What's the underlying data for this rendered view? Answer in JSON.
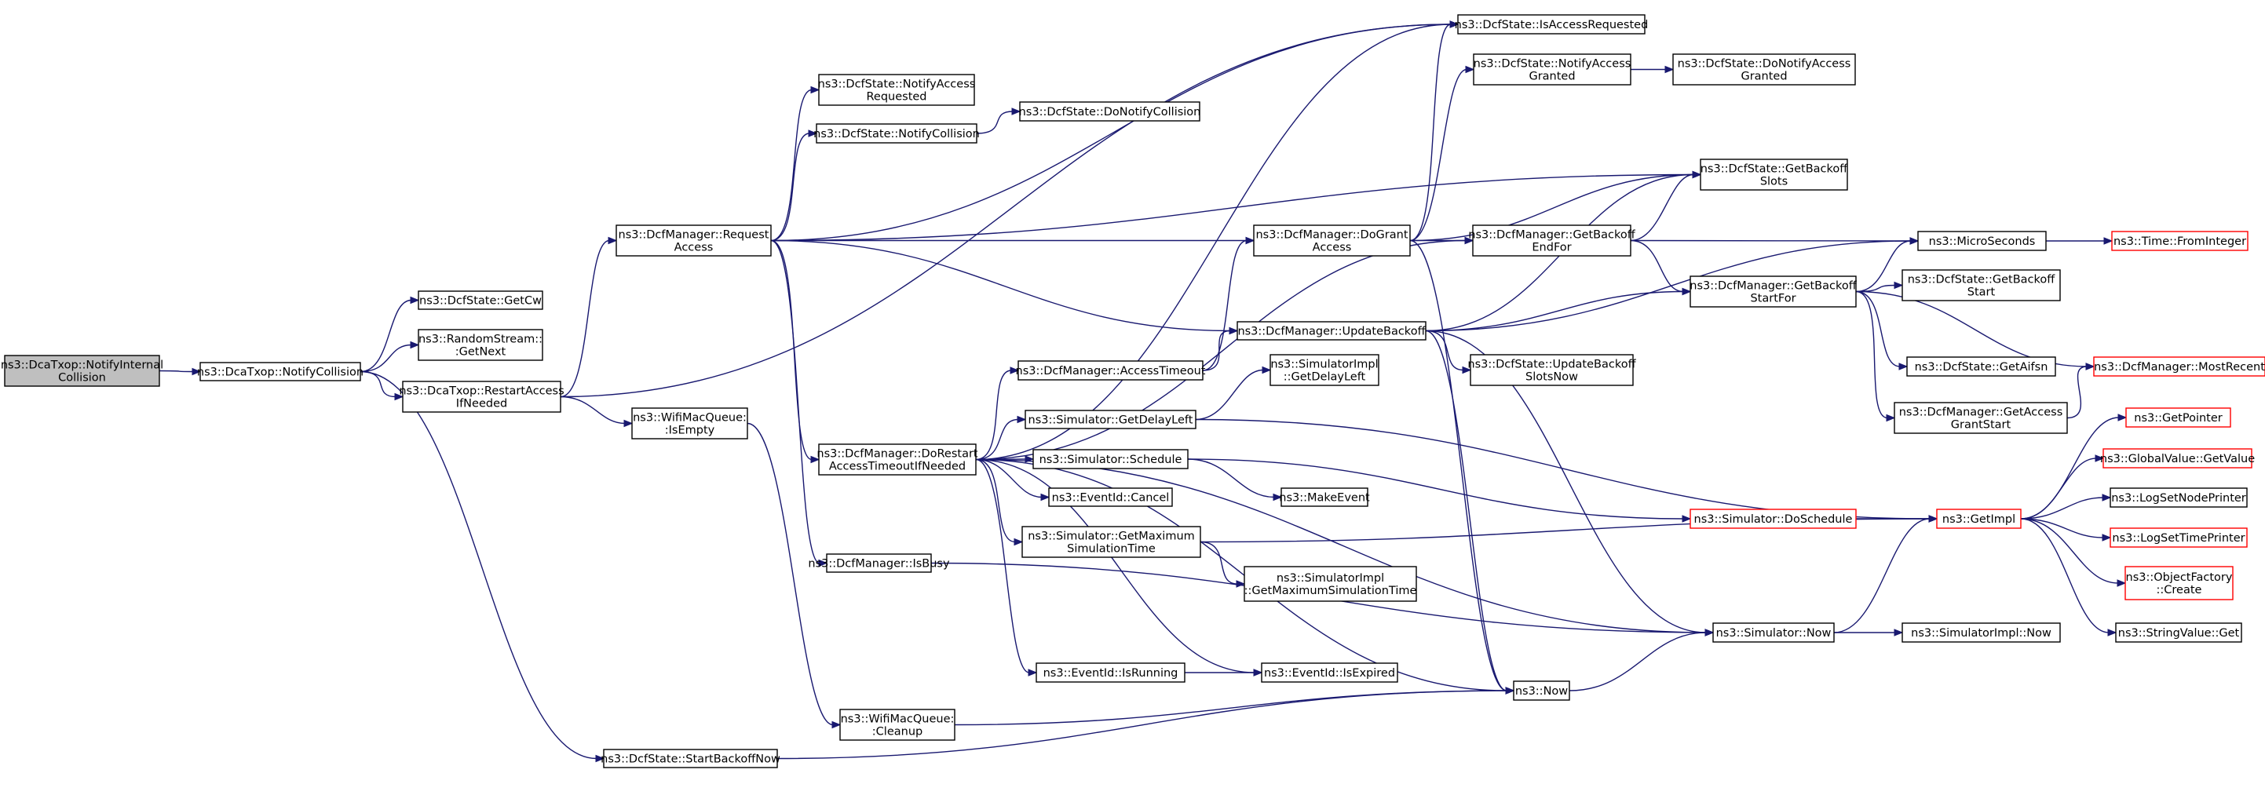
{
  "graph": {
    "type": "call-graph",
    "colors": {
      "edge": "#191970",
      "node_border": "#000000",
      "node_border_truncated": "#ff0000",
      "root_fill": "#bfbfbf",
      "node_fill": "#ffffff"
    },
    "nodes": [
      {
        "id": "root",
        "lines": [
          "ns3::DcaTxop::NotifyInternal",
          "Collision"
        ],
        "style": "root"
      },
      {
        "id": "notifyCollision",
        "lines": [
          "ns3::DcaTxop::NotifyCollision"
        ]
      },
      {
        "id": "getCw",
        "lines": [
          "ns3::DcfState::GetCw"
        ]
      },
      {
        "id": "randomStream",
        "lines": [
          "ns3::RandomStream::",
          ":GetNext"
        ]
      },
      {
        "id": "restartAccess",
        "lines": [
          "ns3::DcaTxop::RestartAccess",
          "IfNeeded"
        ]
      },
      {
        "id": "startBackoffNow",
        "lines": [
          "ns3::DcfState::StartBackoffNow"
        ]
      },
      {
        "id": "requestAccess",
        "lines": [
          "ns3::DcfManager::Request",
          "Access"
        ]
      },
      {
        "id": "wifiIsEmpty",
        "lines": [
          "ns3::WifiMacQueue:",
          ":IsEmpty"
        ]
      },
      {
        "id": "wifiCleanup",
        "lines": [
          "ns3::WifiMacQueue:",
          ":Cleanup"
        ]
      },
      {
        "id": "notifyAccessRequested",
        "lines": [
          "ns3::DcfState::NotifyAccess",
          "Requested"
        ]
      },
      {
        "id": "dcfNotifyCollision",
        "lines": [
          "ns3::DcfState::NotifyCollision"
        ]
      },
      {
        "id": "doNotifyCollision",
        "lines": [
          "ns3::DcfState::DoNotifyCollision"
        ]
      },
      {
        "id": "doRestart",
        "lines": [
          "ns3::DcfManager::DoRestart",
          "AccessTimeoutIfNeeded"
        ]
      },
      {
        "id": "isBusy",
        "lines": [
          "ns3::DcfManager::IsBusy"
        ]
      },
      {
        "id": "isAccessRequested",
        "lines": [
          "ns3::DcfState::IsAccessRequested"
        ]
      },
      {
        "id": "notifyAccessGranted",
        "lines": [
          "ns3::DcfState::NotifyAccess",
          "Granted"
        ]
      },
      {
        "id": "doNotifyAccessGranted",
        "lines": [
          "ns3::DcfState::DoNotifyAccess",
          "Granted"
        ]
      },
      {
        "id": "getBackoffSlots",
        "lines": [
          "ns3::DcfState::GetBackoff",
          "Slots"
        ]
      },
      {
        "id": "doGrantAccess",
        "lines": [
          "ns3::DcfManager::DoGrant",
          "Access"
        ]
      },
      {
        "id": "getBackoffEndFor",
        "lines": [
          "ns3::DcfManager::GetBackoff",
          "EndFor"
        ]
      },
      {
        "id": "microSeconds",
        "lines": [
          "ns3::MicroSeconds"
        ]
      },
      {
        "id": "fromInteger",
        "lines": [
          "ns3::Time::FromInteger"
        ],
        "style": "truncated"
      },
      {
        "id": "updateBackoff",
        "lines": [
          "ns3::DcfManager::UpdateBackoff"
        ]
      },
      {
        "id": "getBackoffStartFor",
        "lines": [
          "ns3::DcfManager::GetBackoff",
          "StartFor"
        ]
      },
      {
        "id": "getBackoffStart",
        "lines": [
          "ns3::DcfState::GetBackoff",
          "Start"
        ]
      },
      {
        "id": "updateBackoffSlotsNow",
        "lines": [
          "ns3::DcfState::UpdateBackoff",
          "SlotsNow"
        ]
      },
      {
        "id": "getAifsn",
        "lines": [
          "ns3::DcfState::GetAifsn"
        ]
      },
      {
        "id": "mostRecent",
        "lines": [
          "ns3::DcfManager::MostRecent"
        ],
        "style": "truncated"
      },
      {
        "id": "accessTimeout",
        "lines": [
          "ns3::DcfManager::AccessTimeout"
        ]
      },
      {
        "id": "getAccessGrantStart",
        "lines": [
          "ns3::DcfManager::GetAccess",
          "GrantStart"
        ]
      },
      {
        "id": "getDelayLeftImpl",
        "lines": [
          "ns3::SimulatorImpl",
          "::GetDelayLeft"
        ]
      },
      {
        "id": "getDelayLeft",
        "lines": [
          "ns3::Simulator::GetDelayLeft"
        ]
      },
      {
        "id": "schedule",
        "lines": [
          "ns3::Simulator::Schedule"
        ]
      },
      {
        "id": "cancel",
        "lines": [
          "ns3::EventId::Cancel"
        ]
      },
      {
        "id": "makeEvent",
        "lines": [
          "ns3::MakeEvent"
        ]
      },
      {
        "id": "doSchedule",
        "lines": [
          "ns3::Simulator::DoSchedule"
        ],
        "style": "truncated"
      },
      {
        "id": "getMaxSimTime",
        "lines": [
          "ns3::Simulator::GetMaximum",
          "SimulationTime"
        ]
      },
      {
        "id": "getMaxSimTimeImpl",
        "lines": [
          "ns3::SimulatorImpl",
          "::GetMaximumSimulationTime"
        ]
      },
      {
        "id": "getImpl",
        "lines": [
          "ns3::GetImpl"
        ],
        "style": "truncated"
      },
      {
        "id": "getPointer",
        "lines": [
          "ns3::GetPointer"
        ],
        "style": "truncated"
      },
      {
        "id": "globalValueGetValue",
        "lines": [
          "ns3::GlobalValue::GetValue"
        ],
        "style": "truncated"
      },
      {
        "id": "logSetNodePrinter",
        "lines": [
          "ns3::LogSetNodePrinter"
        ]
      },
      {
        "id": "logSetTimePrinter",
        "lines": [
          "ns3::LogSetTimePrinter"
        ],
        "style": "truncated"
      },
      {
        "id": "objectFactoryCreate",
        "lines": [
          "ns3::ObjectFactory",
          "::Create"
        ],
        "style": "truncated"
      },
      {
        "id": "stringValueGet",
        "lines": [
          "ns3::StringValue::Get"
        ]
      },
      {
        "id": "simulatorNow",
        "lines": [
          "ns3::Simulator::Now"
        ]
      },
      {
        "id": "simulatorImplNow",
        "lines": [
          "ns3::SimulatorImpl::Now"
        ]
      },
      {
        "id": "isRunning",
        "lines": [
          "ns3::EventId::IsRunning"
        ]
      },
      {
        "id": "isExpired",
        "lines": [
          "ns3::EventId::IsExpired"
        ]
      },
      {
        "id": "now",
        "lines": [
          "ns3::Now"
        ]
      }
    ],
    "edges": [
      [
        "root",
        "notifyCollision"
      ],
      [
        "notifyCollision",
        "getCw"
      ],
      [
        "notifyCollision",
        "randomStream"
      ],
      [
        "notifyCollision",
        "restartAccess"
      ],
      [
        "notifyCollision",
        "startBackoffNow"
      ],
      [
        "restartAccess",
        "requestAccess"
      ],
      [
        "restartAccess",
        "wifiIsEmpty"
      ],
      [
        "restartAccess",
        "isAccessRequested"
      ],
      [
        "requestAccess",
        "notifyAccessRequested"
      ],
      [
        "requestAccess",
        "dcfNotifyCollision"
      ],
      [
        "requestAccess",
        "isAccessRequested"
      ],
      [
        "requestAccess",
        "getBackoffSlots"
      ],
      [
        "requestAccess",
        "doGrantAccess"
      ],
      [
        "requestAccess",
        "updateBackoff"
      ],
      [
        "requestAccess",
        "doRestart"
      ],
      [
        "requestAccess",
        "isBusy"
      ],
      [
        "wifiIsEmpty",
        "wifiCleanup"
      ],
      [
        "dcfNotifyCollision",
        "doNotifyCollision"
      ],
      [
        "doRestart",
        "isAccessRequested"
      ],
      [
        "doRestart",
        "getBackoffEndFor"
      ],
      [
        "doRestart",
        "accessTimeout"
      ],
      [
        "doRestart",
        "getDelayLeft"
      ],
      [
        "doRestart",
        "schedule"
      ],
      [
        "doRestart",
        "cancel"
      ],
      [
        "doRestart",
        "getMaxSimTime"
      ],
      [
        "doRestart",
        "simulatorNow"
      ],
      [
        "doRestart",
        "isRunning"
      ],
      [
        "doRestart",
        "isExpired"
      ],
      [
        "doRestart",
        "now"
      ],
      [
        "accessTimeout",
        "doGrantAccess"
      ],
      [
        "accessTimeout",
        "updateBackoff"
      ],
      [
        "doGrantAccess",
        "isAccessRequested"
      ],
      [
        "doGrantAccess",
        "notifyAccessGranted"
      ],
      [
        "doGrantAccess",
        "getBackoffSlots"
      ],
      [
        "doGrantAccess",
        "getBackoffEndFor"
      ],
      [
        "doGrantAccess",
        "now"
      ],
      [
        "notifyAccessGranted",
        "doNotifyAccessGranted"
      ],
      [
        "getBackoffEndFor",
        "getBackoffSlots"
      ],
      [
        "getBackoffEndFor",
        "microSeconds"
      ],
      [
        "getBackoffEndFor",
        "getBackoffStartFor"
      ],
      [
        "updateBackoff",
        "getBackoffSlots"
      ],
      [
        "updateBackoff",
        "microSeconds"
      ],
      [
        "updateBackoff",
        "getBackoffStartFor"
      ],
      [
        "updateBackoff",
        "updateBackoffSlotsNow"
      ],
      [
        "updateBackoff",
        "simulatorNow"
      ],
      [
        "updateBackoff",
        "now"
      ],
      [
        "microSeconds",
        "fromInteger"
      ],
      [
        "getBackoffStartFor",
        "microSeconds"
      ],
      [
        "getBackoffStartFor",
        "getBackoffStart"
      ],
      [
        "getBackoffStartFor",
        "getAifsn"
      ],
      [
        "getBackoffStartFor",
        "mostRecent"
      ],
      [
        "getBackoffStartFor",
        "getAccessGrantStart"
      ],
      [
        "getAccessGrantStart",
        "mostRecent"
      ],
      [
        "getDelayLeft",
        "getDelayLeftImpl"
      ],
      [
        "getDelayLeft",
        "getImpl"
      ],
      [
        "schedule",
        "makeEvent"
      ],
      [
        "schedule",
        "doSchedule"
      ],
      [
        "doSchedule",
        "getImpl"
      ],
      [
        "getMaxSimTime",
        "getMaxSimTimeImpl"
      ],
      [
        "getMaxSimTime",
        "getImpl"
      ],
      [
        "getImpl",
        "getPointer"
      ],
      [
        "getImpl",
        "globalValueGetValue"
      ],
      [
        "getImpl",
        "logSetNodePrinter"
      ],
      [
        "getImpl",
        "logSetTimePrinter"
      ],
      [
        "getImpl",
        "objectFactoryCreate"
      ],
      [
        "getImpl",
        "stringValueGet"
      ],
      [
        "simulatorNow",
        "getImpl"
      ],
      [
        "simulatorNow",
        "simulatorImplNow"
      ],
      [
        "isRunning",
        "isExpired"
      ],
      [
        "now",
        "simulatorNow"
      ],
      [
        "isBusy",
        "simulatorNow"
      ],
      [
        "wifiCleanup",
        "now"
      ],
      [
        "startBackoffNow",
        "now"
      ]
    ]
  }
}
